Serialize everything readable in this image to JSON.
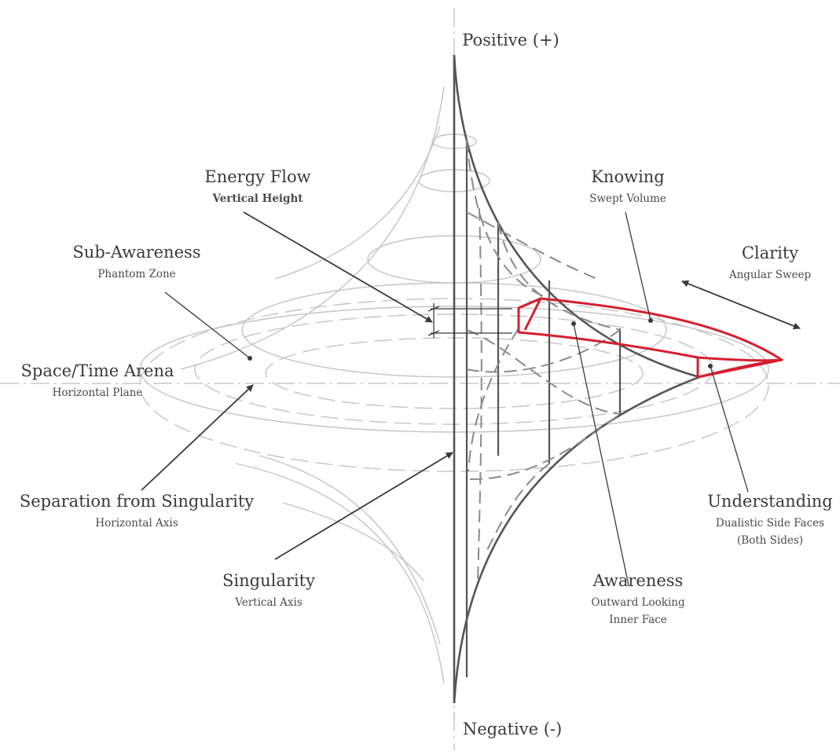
{
  "poles": {
    "positive": "Positive (+)",
    "negative": "Negative (-)"
  },
  "labels": {
    "energy_flow": {
      "title": "Energy Flow",
      "subtitle": "Vertical Height"
    },
    "knowing": {
      "title": "Knowing",
      "subtitle": "Swept Volume"
    },
    "clarity": {
      "title": "Clarity",
      "subtitle": "Angular Sweep"
    },
    "sub_awareness": {
      "title": "Sub-Awareness",
      "subtitle": "Phantom Zone"
    },
    "space_time": {
      "title": "Space/Time Arena",
      "subtitle": "Horizontal Plane"
    },
    "separation": {
      "title": "Separation from Singularity",
      "subtitle": "Horizontal Axis"
    },
    "singularity": {
      "title": "Singularity",
      "subtitle": "Vertical Axis"
    },
    "awareness": {
      "title": "Awareness",
      "subtitle_line1": "Outward Looking",
      "subtitle_line2": "Inner Face"
    },
    "understanding": {
      "title": "Understanding",
      "subtitle_line1": "Dualistic Side Faces",
      "subtitle_line2": "(Both Sides)"
    }
  },
  "colors": {
    "highlight": "#d61f2e",
    "structure": "#555555",
    "ghost": "#c4c4c4",
    "text": "#3a3a3a"
  }
}
